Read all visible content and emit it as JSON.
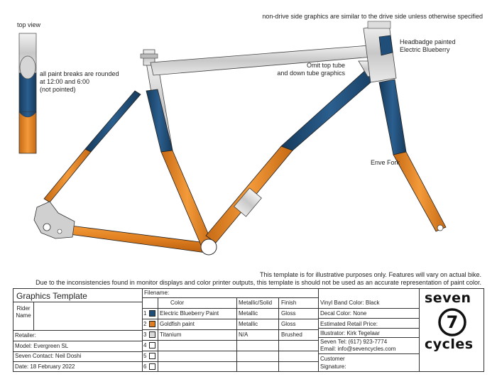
{
  "notes": {
    "top_view": "top view",
    "non_drive": "non-drive side graphics are similar to the drive side unless otherwise specified",
    "paint_breaks": [
      "all paint breaks are rounded",
      "at 12:00 and 6:00",
      "(not pointed)"
    ],
    "headbadge": [
      "Headbadge painted",
      "Electric Blueberry"
    ],
    "omit": [
      "Omit top tube",
      "and down tube graphics"
    ],
    "fork": "Enve Fork",
    "disclaimer_1": "This template is for illustrative purposes only. Features will vary on actual bike.",
    "disclaimer_2": "Due to the inconsistencies found in monitor displays and color printer outputs, this template is should not be used as an accurate representation of paint color."
  },
  "colors": {
    "blueberry": "#1f4e79",
    "goldfish": "#e07f1f",
    "titanium": "#d9d9d9"
  },
  "form": {
    "title": "Graphics Template",
    "rider_name_label": [
      "Rider",
      "Name"
    ],
    "retailer": "Retailer:",
    "model": "Model:  Evergreen SL",
    "contact": "Seven Contact:  Neil Doshi",
    "date": "Date:  18 February 2022",
    "filename": "Filename:",
    "headers": {
      "color": "Color",
      "metallic": "Metallic/Solid",
      "finish": "Finish"
    },
    "rows": [
      {
        "num": "1",
        "color": "Electric Blueberry Paint",
        "metallic": "Metallic",
        "finish": "Gloss"
      },
      {
        "num": "2",
        "color": "Goldfish paint",
        "metallic": "Metallic",
        "finish": "Gloss"
      },
      {
        "num": "3",
        "color": "Titanium",
        "metallic": "N/A",
        "finish": "Brushed"
      },
      {
        "num": "4",
        "color": "",
        "metallic": "",
        "finish": ""
      },
      {
        "num": "5",
        "color": "",
        "metallic": "",
        "finish": ""
      },
      {
        "num": "6",
        "color": "",
        "metallic": "",
        "finish": ""
      }
    ],
    "vinyl_band": "Vinyl Band Color:  Black",
    "decal": "Decal Color:  None",
    "retail_price": "Estimated Retail Price:",
    "illustrator": "Illustrator: Kirk Tegelaar",
    "tel": "Seven Tel: (617) 923-7774",
    "email": "Email: info@sevencycles.com",
    "customer": "Customer",
    "signature": "Signature:"
  },
  "logo": {
    "top": "seven",
    "bottom": "cycles",
    "mark": "7"
  }
}
